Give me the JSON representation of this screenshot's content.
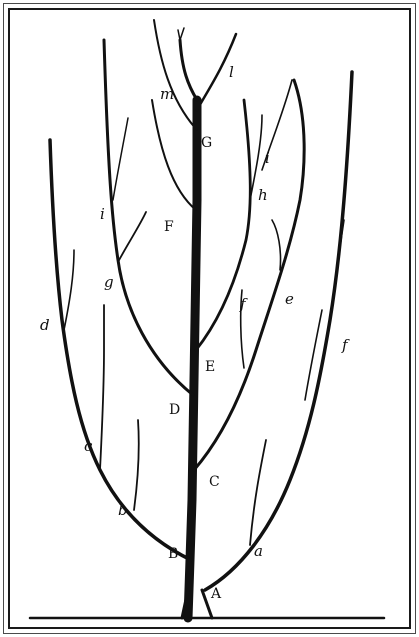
{
  "labels": {
    "A": "A",
    "B": "B",
    "C": "C",
    "D": "D",
    "E": "E",
    "F": "F",
    "G": "G",
    "a": "a",
    "b": "b",
    "c": "c",
    "d": "d",
    "e": "e",
    "f_left": "f",
    "f_right": "f",
    "g": "g",
    "h": "h",
    "i_left": "i",
    "i_right": "i",
    "l": "l",
    "m": "m"
  },
  "colors": {
    "ink": "#111111",
    "paper": "#ffffff"
  }
}
